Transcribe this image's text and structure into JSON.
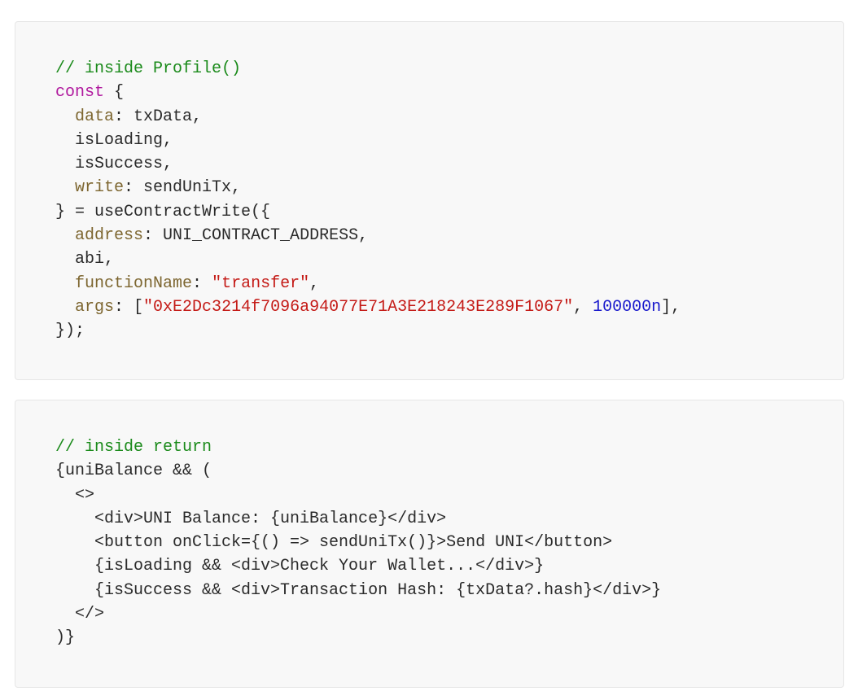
{
  "colors": {
    "comment": "#1a8a1a",
    "keyword": "#b0199e",
    "prop": "#7d6630",
    "string": "#c41a16",
    "number": "#1a1acc",
    "plain": "#2a2a2a",
    "background": "#f8f8f8"
  },
  "code_blocks": [
    {
      "lines": [
        [
          [
            "comment",
            "// inside Profile()"
          ]
        ],
        [
          [
            "keyword",
            "const"
          ],
          [
            "plain",
            " {"
          ]
        ],
        [
          [
            "plain",
            "  "
          ],
          [
            "prop",
            "data"
          ],
          [
            "plain",
            ": txData,"
          ]
        ],
        [
          [
            "plain",
            "  isLoading,"
          ]
        ],
        [
          [
            "plain",
            "  isSuccess,"
          ]
        ],
        [
          [
            "plain",
            "  "
          ],
          [
            "prop",
            "write"
          ],
          [
            "plain",
            ": sendUniTx,"
          ]
        ],
        [
          [
            "plain",
            "} = useContractWrite({"
          ]
        ],
        [
          [
            "plain",
            "  "
          ],
          [
            "prop",
            "address"
          ],
          [
            "plain",
            ": UNI_CONTRACT_ADDRESS,"
          ]
        ],
        [
          [
            "plain",
            "  abi,"
          ]
        ],
        [
          [
            "plain",
            "  "
          ],
          [
            "prop",
            "functionName"
          ],
          [
            "plain",
            ": "
          ],
          [
            "string",
            "\"transfer\""
          ],
          [
            "plain",
            ","
          ]
        ],
        [
          [
            "plain",
            "  "
          ],
          [
            "prop",
            "args"
          ],
          [
            "plain",
            ": ["
          ],
          [
            "string",
            "\"0xE2Dc3214f7096a94077E71A3E218243E289F1067\""
          ],
          [
            "plain",
            ", "
          ],
          [
            "number",
            "100000n"
          ],
          [
            "plain",
            "],"
          ]
        ],
        [
          [
            "plain",
            "});"
          ]
        ]
      ]
    },
    {
      "lines": [
        [
          [
            "comment",
            "// inside return"
          ]
        ],
        [
          [
            "plain",
            "{uniBalance && ("
          ]
        ],
        [
          [
            "plain",
            "  <>"
          ]
        ],
        [
          [
            "plain",
            "    <div>UNI Balance: {uniBalance}</div>"
          ]
        ],
        [
          [
            "plain",
            "    <button onClick={() => sendUniTx()}>Send UNI</button>"
          ]
        ],
        [
          [
            "plain",
            "    {isLoading && <div>Check Your Wallet...</div>}"
          ]
        ],
        [
          [
            "plain",
            "    {isSuccess && <div>Transaction Hash: {txData?.hash}</div>}"
          ]
        ],
        [
          [
            "plain",
            "  </>"
          ]
        ],
        [
          [
            "plain",
            ")}"
          ]
        ]
      ]
    }
  ]
}
